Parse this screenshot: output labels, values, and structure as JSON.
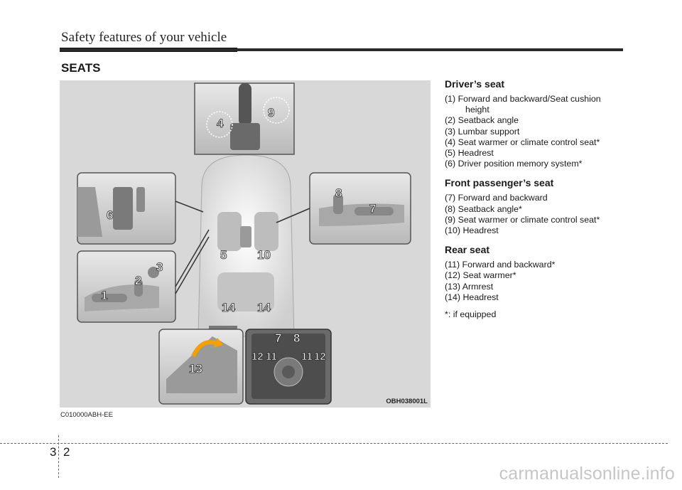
{
  "header": {
    "title": "Safety features of your vehicle"
  },
  "section": {
    "title": "SEATS"
  },
  "figure": {
    "code": "OBH038001L",
    "callouts": [
      "1",
      "2",
      "3",
      "4",
      "5",
      "6",
      "7",
      "8",
      "9",
      "10",
      "11",
      "12",
      "13",
      "14"
    ]
  },
  "ref_code": "C010000ABH-EE",
  "drivers_seat": {
    "title": "Driver’s seat",
    "items": [
      "(1) Forward and backward/Seat cushion height",
      "(2) Seatback angle",
      "(3) Lumbar support",
      "(4) Seat warmer or climate control seat*",
      "(5) Headrest",
      "(6) Driver position memory system*"
    ]
  },
  "front_passenger_seat": {
    "title": "Front passenger’s seat",
    "items": [
      "(7) Forward and backward",
      "(8) Seatback angle*",
      "(9) Seat warmer or climate control seat*",
      "(10) Headrest"
    ]
  },
  "rear_seat": {
    "title": "Rear seat",
    "items": [
      "(11) Forward and backward*",
      "(12) Seat warmer*",
      "(13) Armrest",
      "(14) Headrest"
    ]
  },
  "footnote": "*: if equipped",
  "page": {
    "chapter": "3",
    "number": "2"
  },
  "watermark": "carmanualsonline.info"
}
